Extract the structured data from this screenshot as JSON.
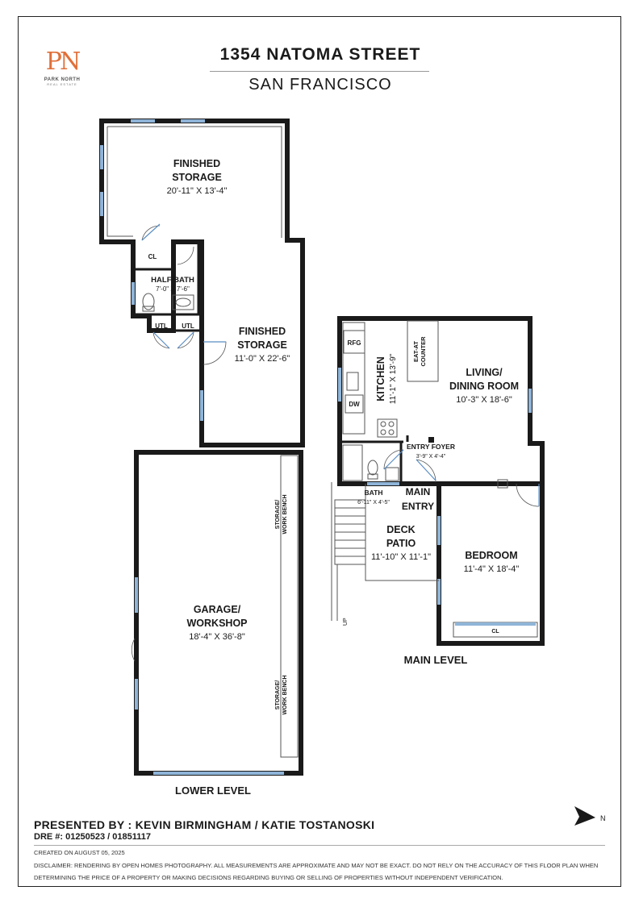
{
  "header": {
    "address": "1354 NATOMA STREET",
    "city": "SAN FRANCISCO",
    "logo_mark": "PN",
    "logo_name": "PARK NORTH",
    "logo_sub": "REAL ESTATE"
  },
  "lower_level": {
    "label": "LOWER LEVEL",
    "rooms": {
      "finished_storage_1": {
        "name_line1": "FINISHED",
        "name_line2": "STORAGE",
        "dims": "20'-11\" X 13'-4\""
      },
      "closet": {
        "name": "CL"
      },
      "half_bath": {
        "name": "HALF BATH",
        "dims": "7'-0\" X 7'-6\""
      },
      "utl_1": {
        "name": "UTL"
      },
      "utl_2": {
        "name": "UTL"
      },
      "finished_storage_2": {
        "name_line1": "FINISHED",
        "name_line2": "STORAGE",
        "dims": "11'-0\" X 22'-6\""
      },
      "garage": {
        "name_line1": "GARAGE/",
        "name_line2": "WORKSHOP",
        "dims": "18'-4\" X 36'-8\""
      },
      "work_bench_1": {
        "line1": "STORAGE/",
        "line2": "WORK BENCH"
      },
      "work_bench_2": {
        "line1": "STORAGE/",
        "line2": "WORK BENCH"
      }
    }
  },
  "main_level": {
    "label": "MAIN LEVEL",
    "rooms": {
      "kitchen": {
        "name": "KITCHEN",
        "dims": "11'-1\" X 13'-9\""
      },
      "rfg": {
        "name": "RFG"
      },
      "dw": {
        "name": "DW"
      },
      "eat_at_counter": {
        "line1": "EAT-AT",
        "line2": "COUNTER"
      },
      "living": {
        "name_line1": "LIVING/",
        "name_line2": "DINING ROOM",
        "dims": "10'-3\" X 18'-6\""
      },
      "entry_foyer": {
        "name": "ENTRY FOYER",
        "dims": "3'-9\" X 4'-4\""
      },
      "bath": {
        "name": "BATH",
        "dims": "6'-11\" X 4'-5\""
      },
      "main_entry": {
        "line1": "MAIN",
        "line2": "ENTRY"
      },
      "deck": {
        "name_line1": "DECK",
        "name_line2": "PATIO",
        "dims": "11'-10\" X 11'-1\""
      },
      "bedroom": {
        "name": "BEDROOM",
        "dims": "11'-4\" X 18'-4\""
      },
      "bedroom_closet": {
        "name": "CL"
      },
      "stairs": {
        "label": "UP"
      }
    }
  },
  "compass": {
    "label": "N"
  },
  "footer": {
    "presented_by": "PRESENTED BY : KEVIN BIRMINGHAM / KATIE TOSTANOSKI",
    "dre": "DRE #: 01250523 / 01851117",
    "created": "CREATED ON AUGUST 05, 2025",
    "disclaimer": "DISCLAIMER: RENDERING BY OPEN HOMES PHOTOGRAPHY. ALL MEASUREMENTS ARE APPROXIMATE AND MAY NOT BE EXACT. DO NOT RELY ON THE ACCURACY OF THIS FLOOR PLAN WHEN DETERMINING THE PRICE OF A PROPERTY OR MAKING DECISIONS REGARDING BUYING OR SELLING OF PROPERTIES WITHOUT INDEPENDENT VERIFICATION."
  }
}
